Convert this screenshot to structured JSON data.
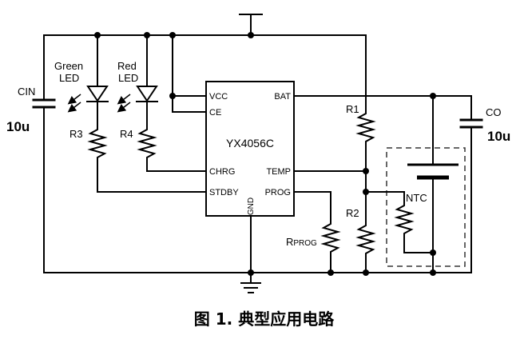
{
  "ic": {
    "name": "YX4056C",
    "pins": {
      "vcc": "VCC",
      "ce": "CE",
      "chrg": "CHRG",
      "stdby": "STDBY",
      "bat": "BAT",
      "temp": "TEMP",
      "prog": "PROG",
      "gnd": "GND"
    }
  },
  "components": {
    "cin": {
      "label": "CIN",
      "value": "10u"
    },
    "co": {
      "label": "CO",
      "value": "10u"
    },
    "green_led": {
      "line1": "Green",
      "line2": "LED"
    },
    "red_led": {
      "line1": "Red",
      "line2": "LED"
    },
    "r3": "R3",
    "r4": "R4",
    "r1": "R1",
    "r2": "R2",
    "rprog": {
      "main": "R",
      "sub": "PROG"
    },
    "ntc": "NTC"
  },
  "caption": "图 1. 典型应用电路",
  "colors": {
    "ink": "#000000",
    "background": "#ffffff"
  }
}
